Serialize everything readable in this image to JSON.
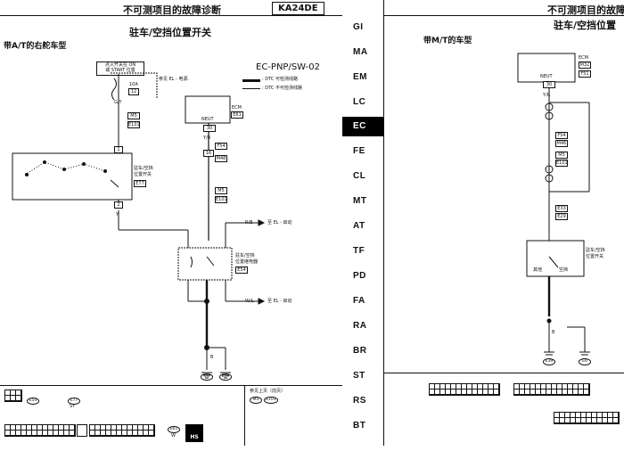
{
  "left_page": {
    "header_title": "不可测项目的故障诊断",
    "model_code": "KA24DE",
    "section_title": "驻车/空挡位置开关",
    "subtitle": "带A/T的右舵车型",
    "diagram_code": "EC-PNP/SW-02",
    "legend": {
      "dtc_detect": ": DTC 可检测线路",
      "dtc_no_detect": ": DTC 不可检测线路"
    },
    "ignition_box": [
      "点火开关在 ON",
      "或 START 位置"
    ],
    "fuse_ref": "参见 EL - 电源.",
    "fuse_label": "10A",
    "fuse_num": "12",
    "wire_gy": "G/Y",
    "conn_m5": "M5",
    "conn_e101": "E101",
    "conn_1": "1",
    "ecm_label": "ECM",
    "ecm_pin": "E61",
    "neut_label": "NEUT",
    "neut_pin": "30",
    "wire_yr": "Y/R",
    "conn_f54": "F54",
    "conn_16": "16",
    "conn_m48": "M48",
    "conn_m5b": "M5",
    "conn_e101b": "E101",
    "switch_label": [
      "驻车/空挡",
      "位置开关"
    ],
    "switch_pin": "E77",
    "wire_y": "Y",
    "conn_2": "2",
    "relay_label": [
      "驻车/空挡",
      "位置继电器"
    ],
    "relay_conn": "E54",
    "wire_rb": "R/B",
    "to_el_start": "至 EL - 启动",
    "wire_wl": "W/L",
    "to_el_start2": "至 EL - 启动",
    "wire_b": "B",
    "ground_e6": "E6",
    "ground_e39": "E39",
    "footer_ref": "参见上页（前页）",
    "footer_conns": [
      "M5",
      "E101"
    ],
    "footer_small": [
      "E54",
      "E77",
      "SY",
      "GY",
      "E61",
      "W"
    ],
    "hs_badge": "HS"
  },
  "tabs": [
    {
      "label": "GI",
      "active": false
    },
    {
      "label": "MA",
      "active": false
    },
    {
      "label": "EM",
      "active": false
    },
    {
      "label": "LC",
      "active": false
    },
    {
      "label": "EC",
      "active": true
    },
    {
      "label": "FE",
      "active": false
    },
    {
      "label": "CL",
      "active": false
    },
    {
      "label": "MT",
      "active": false
    },
    {
      "label": "AT",
      "active": false
    },
    {
      "label": "TF",
      "active": false
    },
    {
      "label": "PD",
      "active": false
    },
    {
      "label": "FA",
      "active": false
    },
    {
      "label": "RA",
      "active": false
    },
    {
      "label": "BR",
      "active": false
    },
    {
      "label": "ST",
      "active": false
    },
    {
      "label": "RS",
      "active": false
    },
    {
      "label": "BT",
      "active": false
    }
  ],
  "right_page": {
    "header_title": "不可测项目的故障诊断",
    "section_title": "驻车/空挡位置",
    "subtitle": "带M/T的车型",
    "ecm_label": "ECM",
    "ecm_conns": [
      "M32",
      "F51"
    ],
    "neut_label": "NEUT",
    "neut_pin": "30",
    "wire_yr": "Y/R",
    "conns": [
      "F54",
      "M46",
      "M5",
      "E101",
      "E33",
      "E29"
    ],
    "switch_label": [
      "驻车/空挡",
      "位置开关"
    ],
    "switch_states": [
      "其他",
      "空挡"
    ],
    "wire_b": "B",
    "ground_e39": "E39",
    "ground_e6": "E6"
  }
}
